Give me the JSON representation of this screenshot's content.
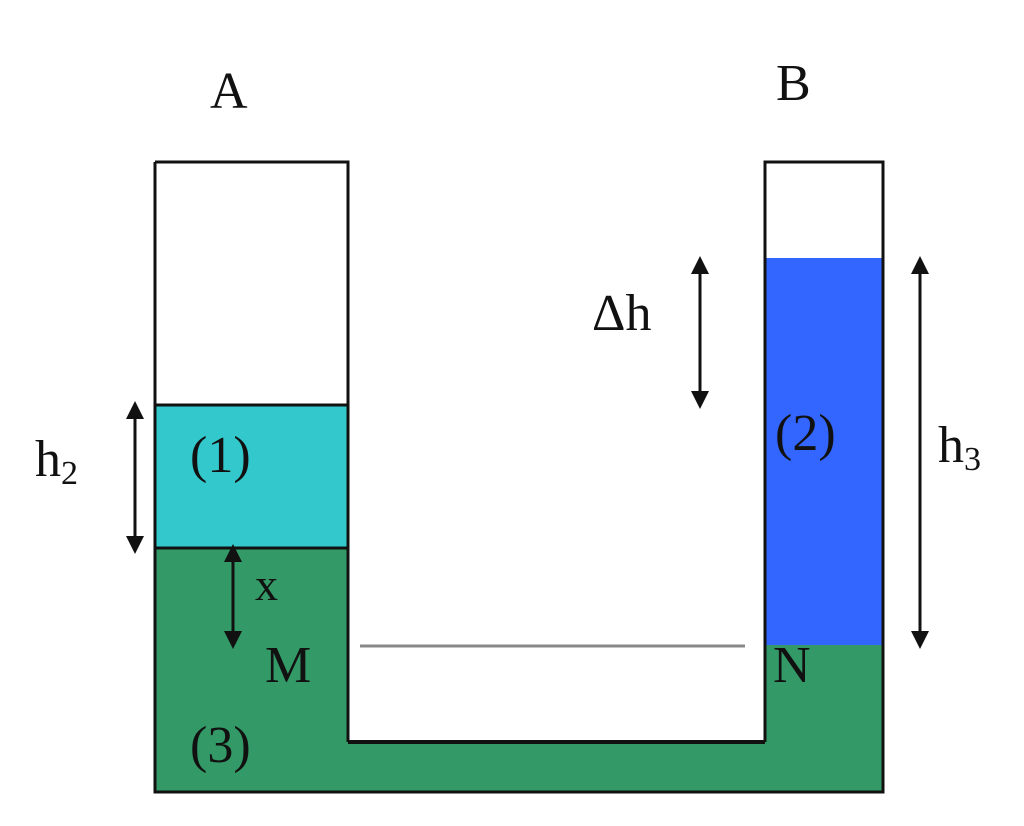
{
  "labels": {
    "tube_a": "A",
    "tube_b": "B",
    "liquid_1": "(1)",
    "liquid_2": "(2)",
    "liquid_3": "(3)",
    "h2_main": "h",
    "h2_sub": "2",
    "h3_main": "h",
    "h3_sub": "3",
    "delta_h": "Δh",
    "x": "x",
    "point_m": "M",
    "point_n": "N"
  },
  "colors": {
    "liquid_1": "#33c9cc",
    "liquid_2": "#3366ff",
    "liquid_3": "#339966",
    "outline": "#111111",
    "level_line": "#888888"
  }
}
